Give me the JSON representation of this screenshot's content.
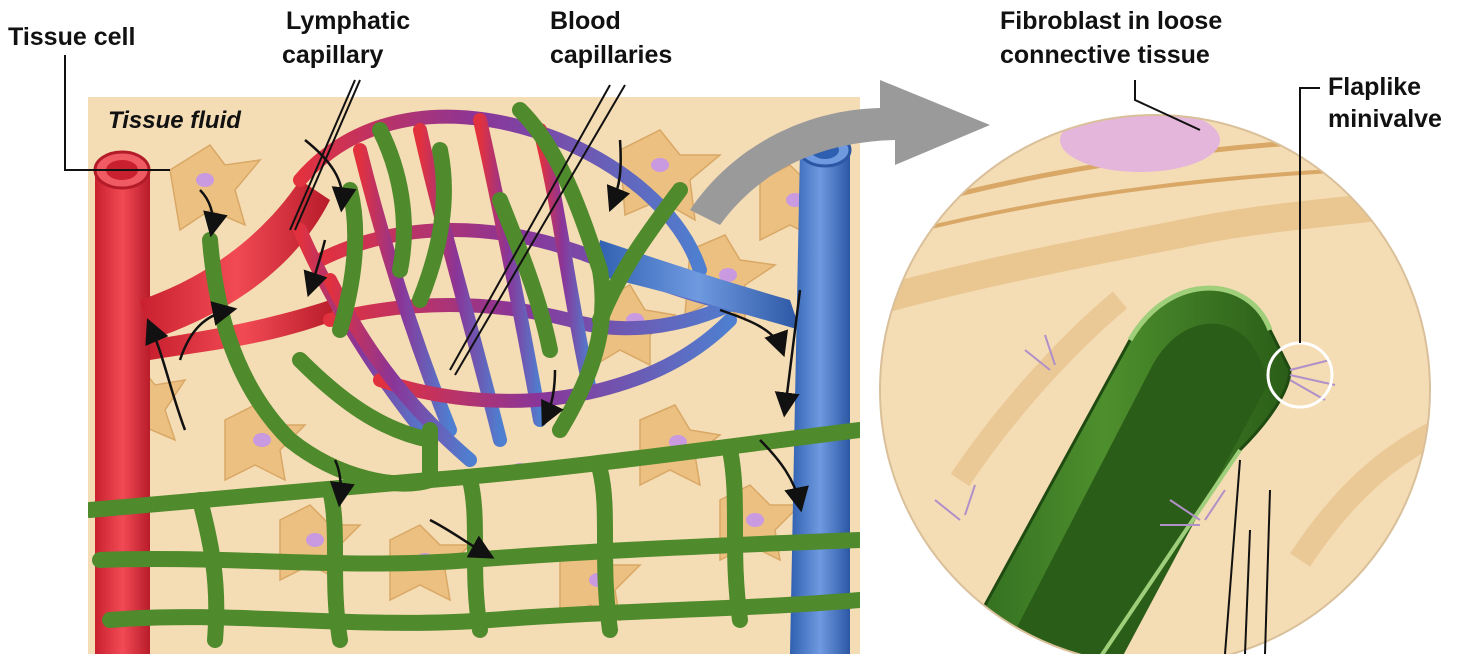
{
  "labels": {
    "tissue_cell": "Tissue cell",
    "tissue_fluid": "Tissue fluid",
    "lymphatic_capillary_line1": "Lymphatic",
    "lymphatic_capillary_line2": "capillary",
    "blood_capillaries_line1": "Blood",
    "blood_capillaries_line2": "capillaries",
    "fibroblast_line1": "Fibroblast in loose",
    "fibroblast_line2": "connective tissue",
    "minivalve_line1": "Flaplike",
    "minivalve_line2": "minivalve"
  },
  "colors": {
    "background_tissue": "#f4dcb4",
    "tissue_cell": "#ecc080",
    "cell_nucleus": "#c99adf",
    "artery_red": "#e2313e",
    "vein_blue": "#4e7fd0",
    "capillary_purple": "#7b3a9a",
    "lymphatic_green": "#4f8a2c",
    "zoom_arrow": "#9a9a9a"
  }
}
